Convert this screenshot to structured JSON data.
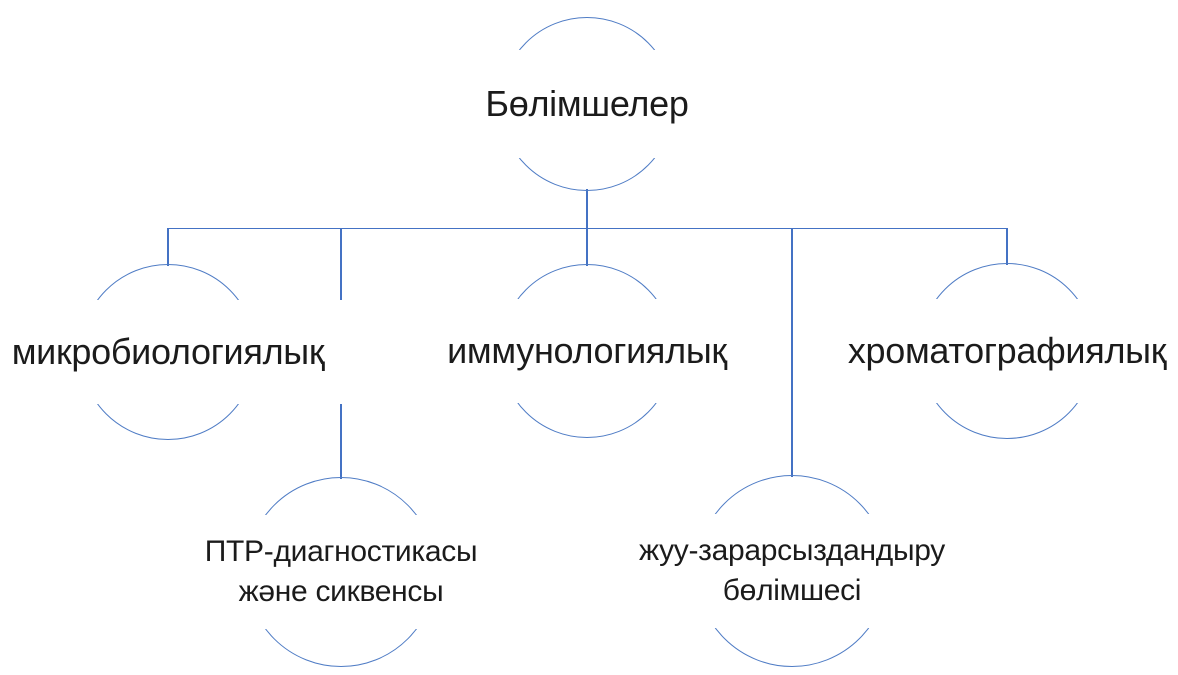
{
  "org_chart": {
    "root": {
      "label": "Бөлімшелер"
    },
    "branches": [
      {
        "label": "микробиологиялық"
      },
      {
        "label": "иммунологиялық"
      },
      {
        "label": "хроматографиялық"
      }
    ],
    "sub_branches": [
      {
        "line1": "ПТР-диагностикасы",
        "line2": "және сиквенсы"
      },
      {
        "line1": "жуу-зарарсыздандыру",
        "line2": "бөлімшесі"
      }
    ],
    "colors": {
      "connector": "#4472c4",
      "circle_stroke": "#4f7cc5",
      "text": "#1b1b1b",
      "background": "#ffffff"
    }
  }
}
